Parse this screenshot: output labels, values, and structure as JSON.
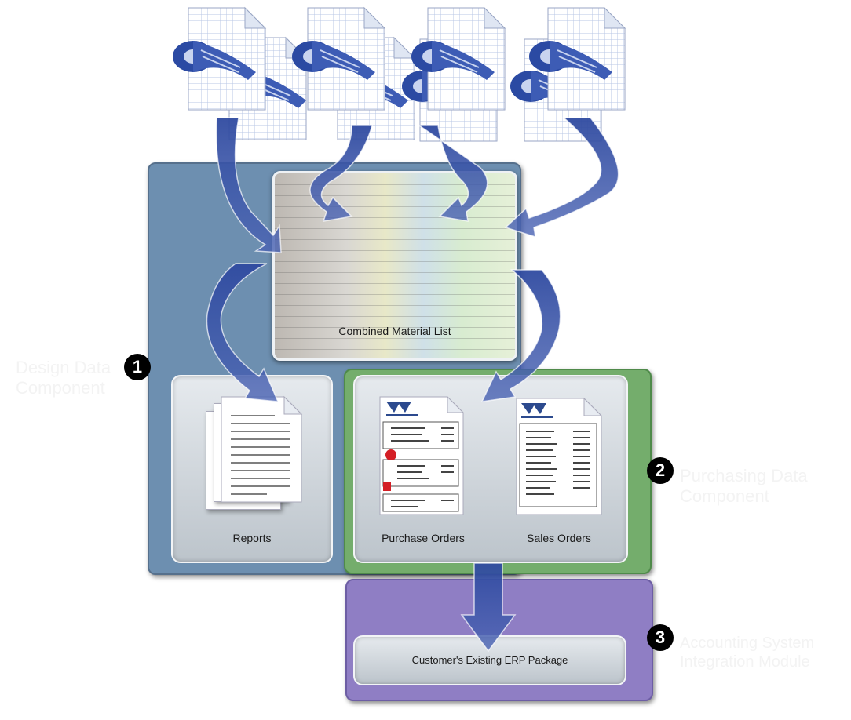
{
  "title_partial": "AVA",
  "title_partial2": "les",
  "combined_label": "Combined Material List",
  "reports_label": "Reports",
  "purchase_label": "Purchase Orders",
  "sales_label": "Sales Orders",
  "erp_label": "Customer's Existing ERP Package",
  "badge1": "1",
  "badge2": "2",
  "badge3": "3",
  "ghost1_line1": "Design Data",
  "ghost1_line2": "Component",
  "ghost2_line1": "Purchasing Data",
  "ghost2_line2": "Component",
  "ghost3_line1": "Accounting System",
  "ghost3_line2": "Integration Module",
  "colors": {
    "blue_panel": "#6d8fb0",
    "green_panel": "#74ad6c",
    "purple_panel": "#8f7ec4",
    "arrow": "#3a4f9e"
  }
}
